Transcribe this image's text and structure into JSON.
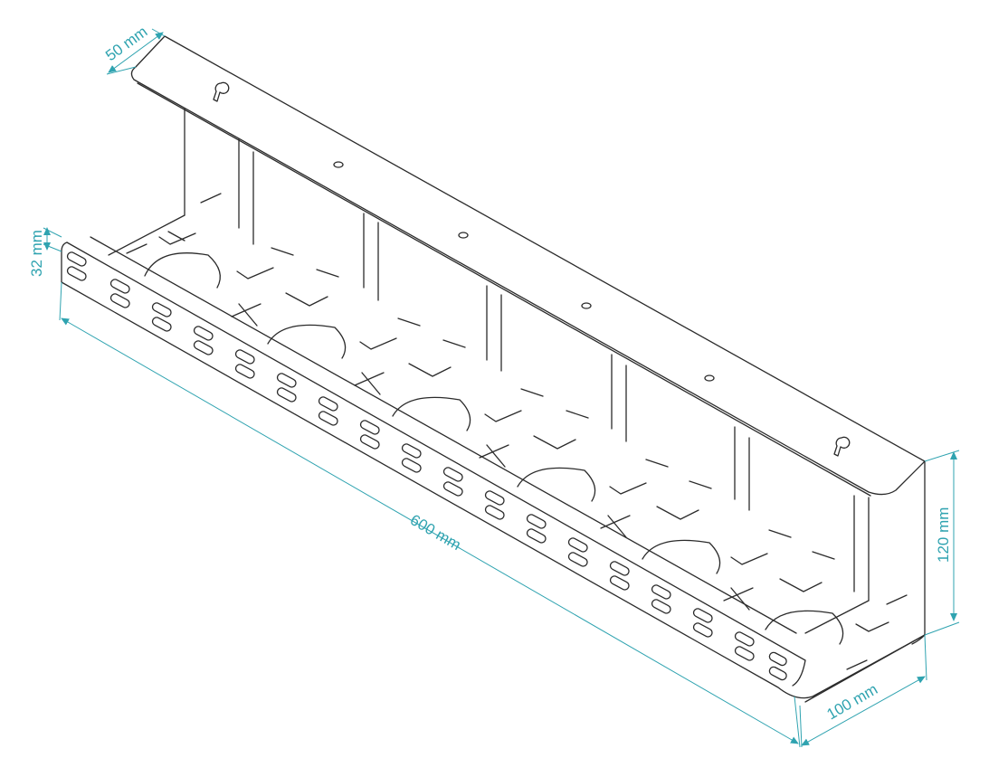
{
  "colors": {
    "outline": "#2b2b2b",
    "dimension": "#2fa3b0",
    "background": "#ffffff"
  },
  "dimensions": {
    "top_width": "50 mm",
    "lip_height": "32 mm",
    "length": "600 mm",
    "depth": "100 mm",
    "height": "120 mm"
  }
}
